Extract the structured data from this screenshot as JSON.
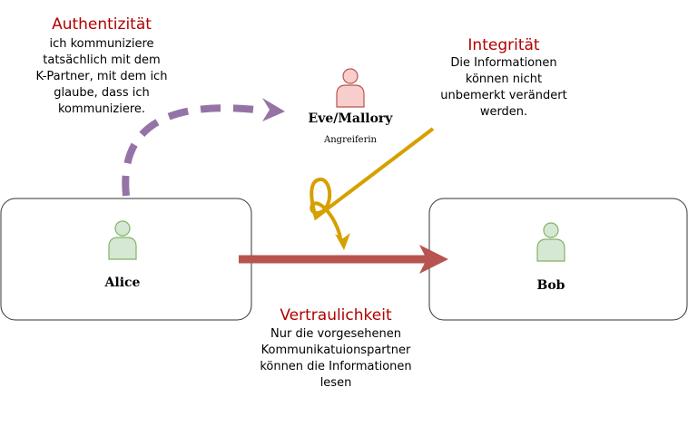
{
  "colors": {
    "heading": "#b20000",
    "auth_arrow": "#9673a6",
    "integrity_arrow": "#d6a000",
    "confidentiality_arrow": "#b85450",
    "user_fill_green": "#d5e8d4",
    "user_stroke_green": "#82b366",
    "user_fill_red": "#f8cecc",
    "user_stroke_red": "#b85450"
  },
  "actors": {
    "alice": {
      "name": "Alice",
      "icon": "user-icon"
    },
    "bob": {
      "name": "Bob",
      "icon": "user-icon"
    },
    "eve": {
      "name": "Eve/Mallory",
      "role": "Angreiferin",
      "icon": "user-icon"
    }
  },
  "authenticity": {
    "title": "Authentizität",
    "text": "ich kommuniziere\ntatsächlich mit dem\nK-Partner, mit dem ich\nglaube, dass ich\nkommuniziere."
  },
  "integrity": {
    "title": "Integrität",
    "text": "Die Informationen\nkönnen nicht\nunbemerkt verändert\nwerden."
  },
  "confidentiality": {
    "title": "Vertraulichkeit",
    "text": "Nur die vorgesehenen\nKommunikatuionspartner\nkönnen die Informationen\nlesen"
  }
}
